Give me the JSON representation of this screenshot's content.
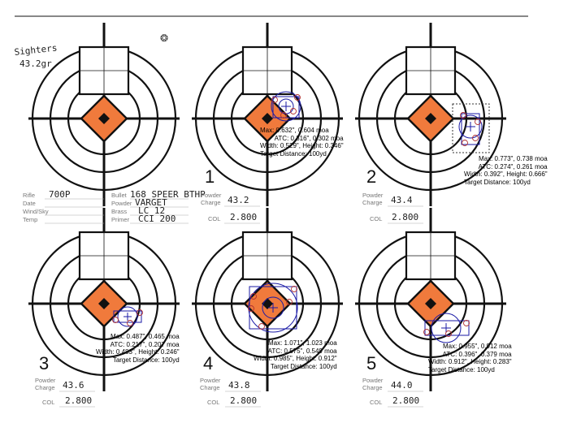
{
  "sighters": {
    "line1": "Sighters",
    "line2": "43.2gr"
  },
  "form": {
    "rifle_label": "Rifle",
    "rifle_value": "700P",
    "date_label": "Date",
    "wind_label": "Wind/Sky",
    "temp_label": "Temp",
    "bullet_label": "Bullet",
    "bullet_value": "168 SPEER BTHP",
    "powder_label": "Powder",
    "powder_value": "VARGET",
    "brass_label": "Brass",
    "brass_value": "LC 12",
    "primer_label": "Primer",
    "primer_value": "CCI 200"
  },
  "targets": [
    {
      "number": "1",
      "powder_label": "Powder",
      "charge_label": "Charge",
      "charge": "43.2",
      "col_label": "COL",
      "col": "2.800",
      "stats": [
        "Max: 0.632\", 0.604 moa",
        "ATC: 0.316\", 0.302 moa",
        "Width: 0.529\", Height: 0.346\"",
        "Target Distance: 100yd"
      ]
    },
    {
      "number": "2",
      "powder_label": "Powder",
      "charge_label": "Charge",
      "charge": "43.4",
      "col_label": "COL",
      "col": "2.800",
      "stats": [
        "Max: 0.773\", 0.738 moa",
        "ATC: 0.274\", 0.261 moa",
        "Width: 0.392\", Height: 0.666\"",
        "Target Distance: 100yd"
      ]
    },
    {
      "number": "3",
      "powder_label": "Powder",
      "charge_label": "Charge",
      "charge": "43.6",
      "col_label": "COL",
      "col": "2.800",
      "stats": [
        "Max: 0.487\", 0.465 moa",
        "ATC: 0.217\", 0.207 moa",
        "Width: 0.483\", Height: 0.246\"",
        "Target Distance: 100yd"
      ]
    },
    {
      "number": "4",
      "powder_label": "Powder",
      "charge_label": "Charge",
      "charge": "43.8",
      "col_label": "COL",
      "col": "2.800",
      "stats": [
        "Max: 1.071\", 1.023 moa",
        "ATC: 0.575\", 0.549 moa",
        "Width: 0.985\", Height: 0.912\"",
        "Target Distance: 100yd"
      ]
    },
    {
      "number": "5",
      "powder_label": "Powder",
      "charge_label": "Charge",
      "charge": "44.0",
      "col_label": "COL",
      "col": "2.800",
      "stats": [
        "Max: 0.955\", 0.912 moa",
        "ATC: 0.396\", 0.379 moa",
        "Width: 0.912\", Height: 0.283\"",
        "Target Distance: 100yd"
      ]
    }
  ],
  "colors": {
    "orange": "#f07a3c",
    "overlay": "#1a1aa6",
    "hole": "#b03030"
  }
}
